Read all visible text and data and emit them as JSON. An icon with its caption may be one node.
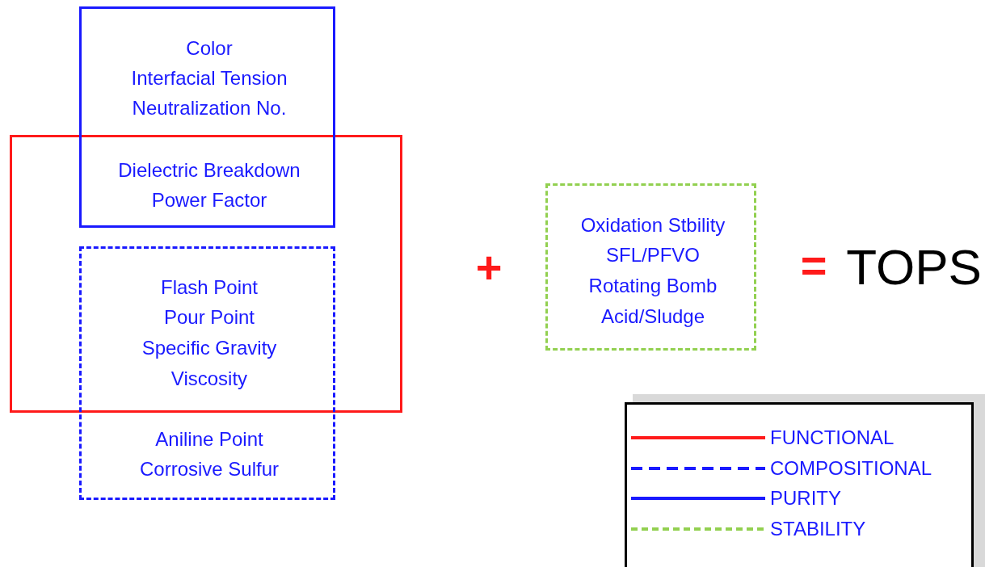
{
  "diagram": {
    "nodes": [
      {
        "text": [
          "Color",
          "Interfacial Tension",
          "Neutralization No.",
          "Dielectric Breakdown",
          "Power Factor"
        ]
      },
      {
        "text": [],
        "shape": "box"
      },
      {
        "text": [
          "Flash Point",
          "Pour Point",
          "Specific Gravity",
          "Viscosity",
          "Aniline Point",
          "Corrosive Sulfur"
        ]
      },
      {
        "text": [
          "Oxidation Stbility",
          "SFL/PFVO",
          "Rotating Bomb",
          "Acid/Sludge"
        ]
      }
    ],
    "edges": [],
    "labels": [
      "+",
      "=",
      "TOPS"
    ],
    "legend": [
      {
        "text": "FUNCTIONAL"
      },
      {
        "text": "COMPOSITIONAL"
      },
      {
        "text": "PURITY"
      },
      {
        "text": "STABILITY"
      }
    ]
  }
}
